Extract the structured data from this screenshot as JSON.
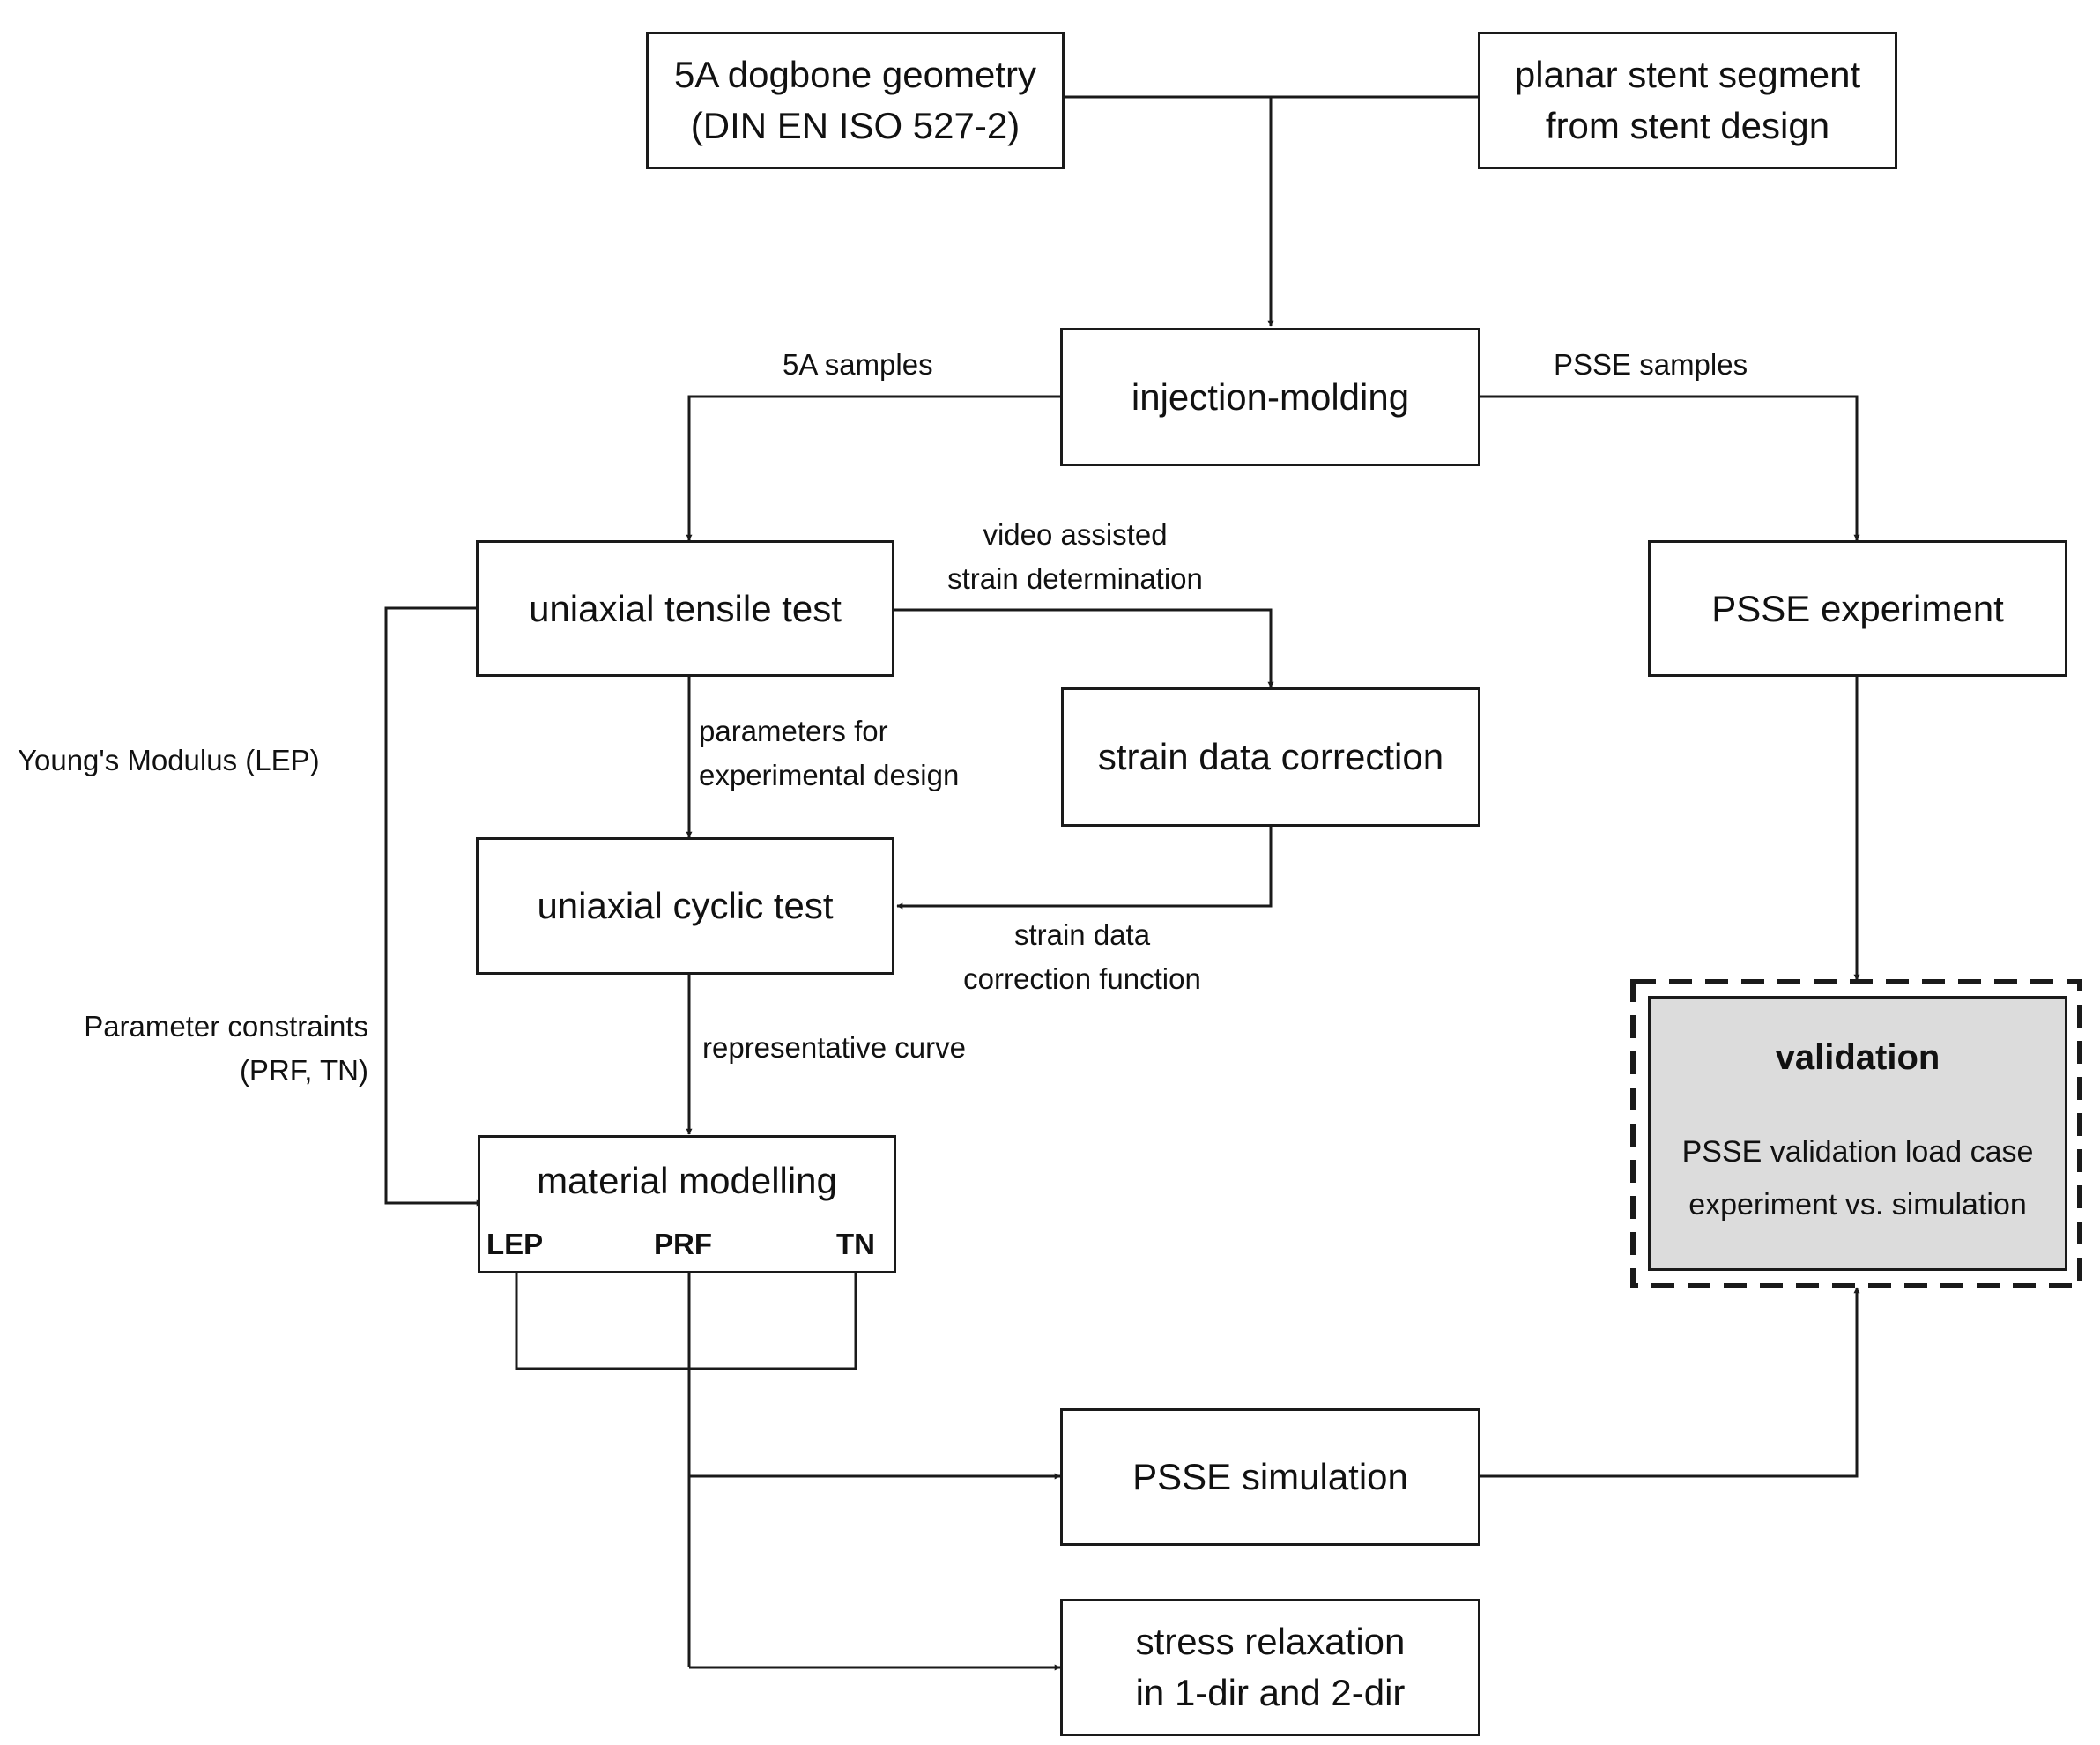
{
  "boxes": {
    "dogbone": [
      "5A dogbone geometry",
      "(DIN EN ISO 527-2)"
    ],
    "stent_segment": [
      "planar stent segment",
      "from stent design"
    ],
    "injection_molding": "injection-molding",
    "tensile_test": "uniaxial tensile test",
    "strain_correction": "strain data correction",
    "cyclic_test": "uniaxial cyclic test",
    "material_modelling": "material modelling",
    "psse_experiment": "PSSE experiment",
    "psse_simulation": "PSSE simulation",
    "stress_relaxation": [
      "stress relaxation",
      "in 1-dir and 2-dir"
    ]
  },
  "ports": [
    "LEP",
    "PRF",
    "TN"
  ],
  "validation": {
    "title": "validation",
    "lines": [
      "PSSE validation load case",
      "experiment vs. simulation"
    ]
  },
  "edge_labels": {
    "samples_5a": "5A samples",
    "samples_psse": "PSSE samples",
    "video": [
      "video assisted",
      "strain determination"
    ],
    "params": [
      "parameters for",
      "experimental design"
    ],
    "youngs": "Young's Modulus (LEP)",
    "constraints": [
      "Parameter constraints",
      "(PRF, TN)"
    ],
    "correction_fn": [
      "strain data",
      "correction function"
    ],
    "representative": "representative curve"
  },
  "colors": {
    "stroke": "#1a1a1a",
    "validation_fill": "#dcdcdc"
  }
}
